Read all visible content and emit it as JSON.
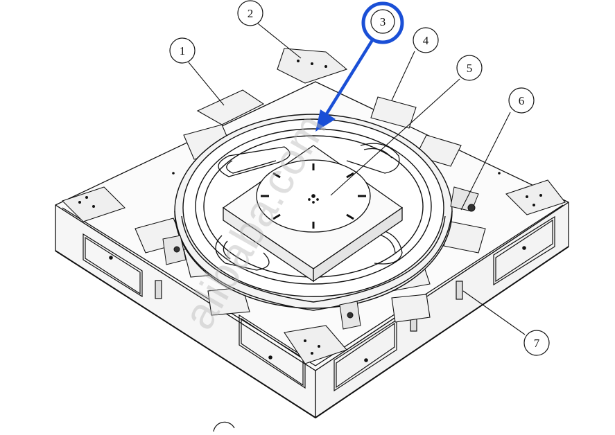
{
  "diagram": {
    "callouts": [
      {
        "id": "1",
        "label": "1"
      },
      {
        "id": "2",
        "label": "2"
      },
      {
        "id": "3",
        "label": "3",
        "highlighted": true
      },
      {
        "id": "4",
        "label": "4"
      },
      {
        "id": "5",
        "label": "5"
      },
      {
        "id": "6",
        "label": "6"
      },
      {
        "id": "7",
        "label": "7"
      }
    ],
    "highlight_color": "#1a4fd6",
    "line_color": "#111111",
    "watermark": "alibaba.com"
  }
}
